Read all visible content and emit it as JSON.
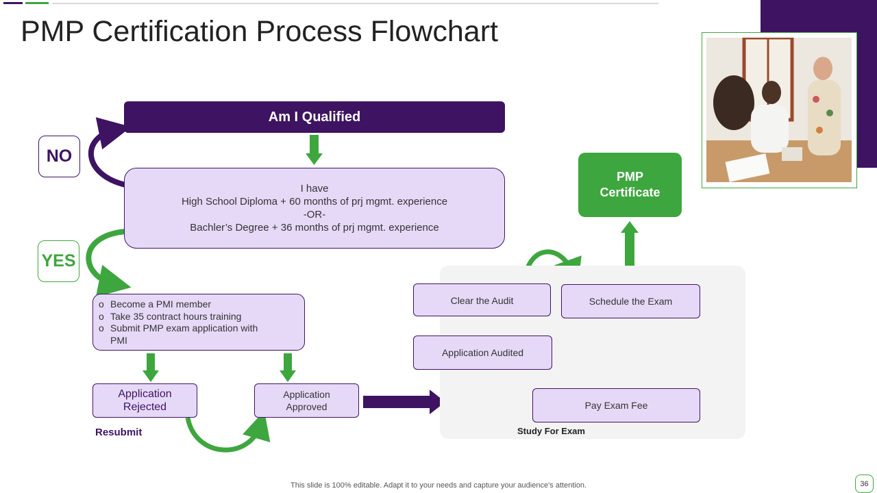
{
  "slide": {
    "title": "PMP Certification Process Flowchart",
    "footer_note": "This slide is 100% editable. Adapt it to your needs and capture your audience's attention.",
    "page_number": "36"
  },
  "flow": {
    "header": "Am I Qualified",
    "qualification": {
      "line1": "I have",
      "line2": "High School Diploma + 60 months of prj mgmt. experience",
      "line3": "-OR-",
      "line4": "Bachler’s Degree + 36 months of prj mgmt. experience"
    },
    "no_label": "NO",
    "yes_label": "YES",
    "steps": [
      "Become a PMI member",
      "Take 35 contract hours training",
      "Submit PMP exam application with PMI"
    ],
    "application_rejected": "Application Rejected",
    "application_approved": "Application Approved",
    "resubmit": "Resubmit",
    "application_audited": "Application Audited",
    "clear_the_audit": "Clear the Audit",
    "schedule_the_exam": "Schedule the Exam",
    "pay_exam_fee": "Pay Exam Fee",
    "study_for_exam": "Study For Exam",
    "certificate_line1": "PMP",
    "certificate_line2": "Certificate"
  },
  "colors": {
    "purple": "#3e1362",
    "green": "#3ea63e",
    "light_green": "#7dc14a",
    "lavender": "#e6d9f7",
    "panel_gray": "#f3f3f3"
  }
}
